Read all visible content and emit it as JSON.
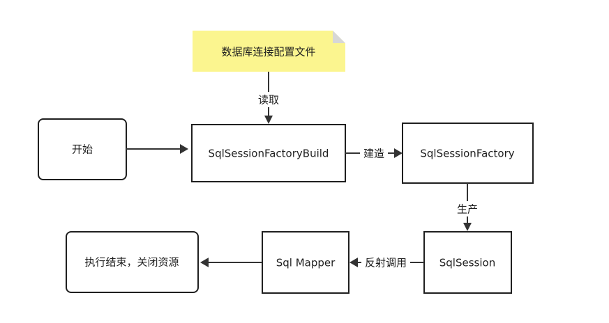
{
  "diagram": {
    "nodes": {
      "config_note": {
        "label": "数据库连接配置文件",
        "shape": "note",
        "fill": "#fbf58f"
      },
      "start": {
        "label": "开始",
        "shape": "rounded-rect"
      },
      "builder": {
        "label": "SqlSessionFactoryBuild",
        "shape": "rect"
      },
      "factory": {
        "label": "SqlSessionFactory",
        "shape": "rect"
      },
      "session": {
        "label": "SqlSession",
        "shape": "rect"
      },
      "mapper": {
        "label": "Sql Mapper",
        "shape": "rect"
      },
      "end": {
        "label": "执行结束，关闭资源",
        "shape": "rounded-rect"
      }
    },
    "edges": {
      "read": {
        "from": "config_note",
        "to": "builder",
        "label": "读取"
      },
      "start_to_builder": {
        "from": "start",
        "to": "builder",
        "label": ""
      },
      "build": {
        "from": "builder",
        "to": "factory",
        "label": "建造"
      },
      "produce": {
        "from": "factory",
        "to": "session",
        "label": "生产"
      },
      "reflect": {
        "from": "session",
        "to": "mapper",
        "label": "反射调用"
      },
      "finish": {
        "from": "mapper",
        "to": "end",
        "label": ""
      }
    }
  }
}
